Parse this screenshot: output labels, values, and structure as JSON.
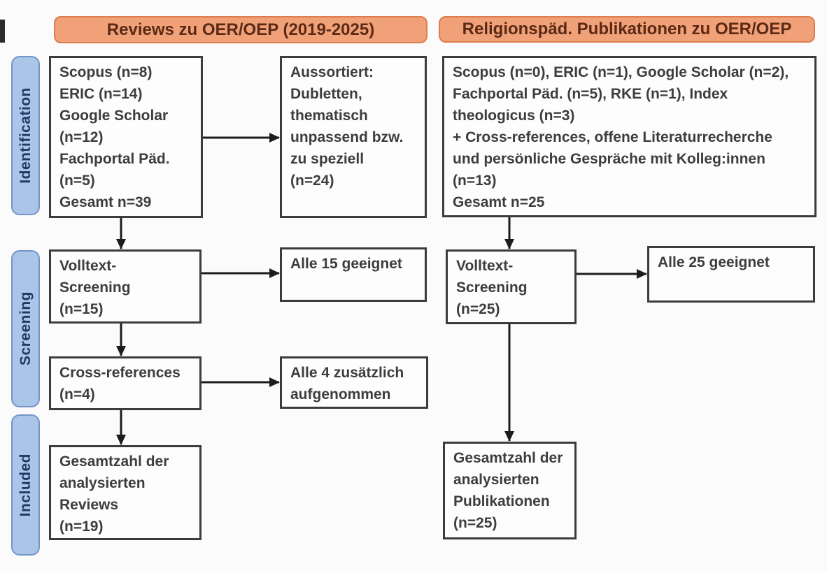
{
  "headers": {
    "left": "Reviews zu OER/OEP (2019-2025)",
    "right": "Religionspäd. Publikationen zu OER/OEP"
  },
  "stages": {
    "identification": "Identification",
    "screening": "Screening",
    "included": "Included"
  },
  "boxes": {
    "reviews_sources": "Scopus (n=8)\nERIC (n=14)\nGoogle Scholar\n(n=12)\nFachportal Päd.\n(n=5)\nGesamt n=39",
    "aussortiert": "Aussortiert:\nDubletten,\nthematisch\nunpassend bzw.\nzu speziell\n(n=24)",
    "volltext_screening_reviews": "Volltext-\nScreening\n(n=15)",
    "alle_15_geeignet": "Alle 15 geeignet",
    "cross_references": "Cross-references\n(n=4)",
    "alle_4_aufgenommen": "Alle 4 zusätzlich\naufgenommen",
    "gesamtzahl_reviews": "Gesamtzahl der\nanalysierten\nReviews\n(n=19)",
    "relpaed_sources": "Scopus (n=0), ERIC (n=1), Google Scholar (n=2),\nFachportal Päd. (n=5), RKE (n=1), Index\ntheologicus (n=3)\n+ Cross-references, offene Literaturrecherche\nund persönliche Gespräche mit Kolleg:innen\n(n=13)\nGesamt n=25",
    "volltext_screening_publikationen": "Volltext-\nScreening\n(n=25)",
    "alle_25_geeignet": "Alle 25 geeignet",
    "gesamtzahl_publikationen": "Gesamtzahl der\nanalysierten\nPublikationen\n(n=25)"
  },
  "colors": {
    "header_fill": "#F1A178",
    "header_border": "#DE7C4F",
    "header_text": "#5B2A16",
    "stage_fill": "#AAC5E8",
    "stage_border": "#7395C7",
    "stage_text": "#1E3A66",
    "box_border": "#3C3C3C",
    "box_bg": "#FDFDFD",
    "text": "#3D3D3D",
    "arrow": "#1C1C1C",
    "background": "#FBFBFB"
  }
}
